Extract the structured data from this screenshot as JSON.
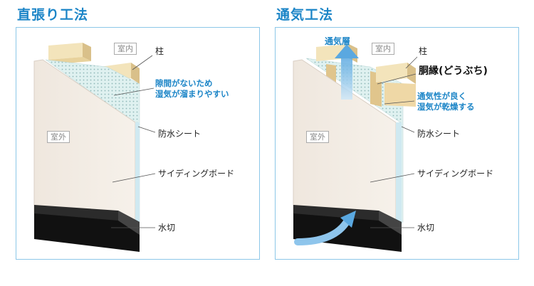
{
  "panels": {
    "left": {
      "title": "直張り工法",
      "labels": {
        "indoor": "室内",
        "outdoor": "室外",
        "pillar": "柱",
        "note": "隙間がないため\n湿気が溜まりやすい",
        "waterproof_sheet": "防水シート",
        "siding_board": "サイディングボード",
        "flashing": "水切"
      }
    },
    "right": {
      "title": "通気工法",
      "labels": {
        "ventilation_layer": "通気層",
        "indoor": "室内",
        "outdoor": "室外",
        "pillar": "柱",
        "furring_strip": "胴縁(どうぶち)",
        "note": "通気性が良く\n湿気が乾燥する",
        "waterproof_sheet": "防水シート",
        "siding_board": "サイディングボード",
        "flashing": "水切"
      }
    }
  },
  "colors": {
    "title": "#1c85c7",
    "frame": "#8cc7e8",
    "board": "#f3ede6",
    "sheet": "#dff1f0",
    "wood": "#ead6a4",
    "flashing": "#1a1a1a",
    "arrow": "#5aa8e0"
  }
}
